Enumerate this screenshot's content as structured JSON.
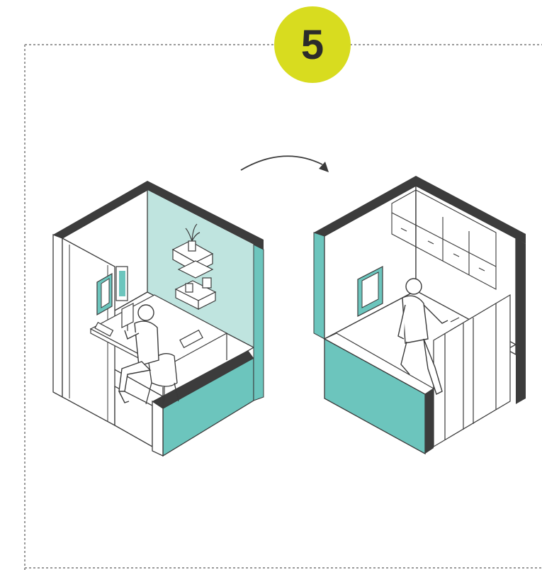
{
  "step": {
    "number": "5"
  },
  "colors": {
    "badge": "#d8dc1f",
    "accent_teal": "#6cc5bd",
    "accent_light": "#bfe4df",
    "wall_dark": "#3c3c3c",
    "line": "#3a3a3a",
    "frame_dash": "#9a9a9a"
  },
  "scenes": [
    {
      "id": "office",
      "description_icon": "desk-workspace-icon"
    },
    {
      "id": "wardrobe",
      "description_icon": "wardrobe-closet-icon"
    }
  ],
  "transition": {
    "icon": "curved-arrow-icon"
  }
}
